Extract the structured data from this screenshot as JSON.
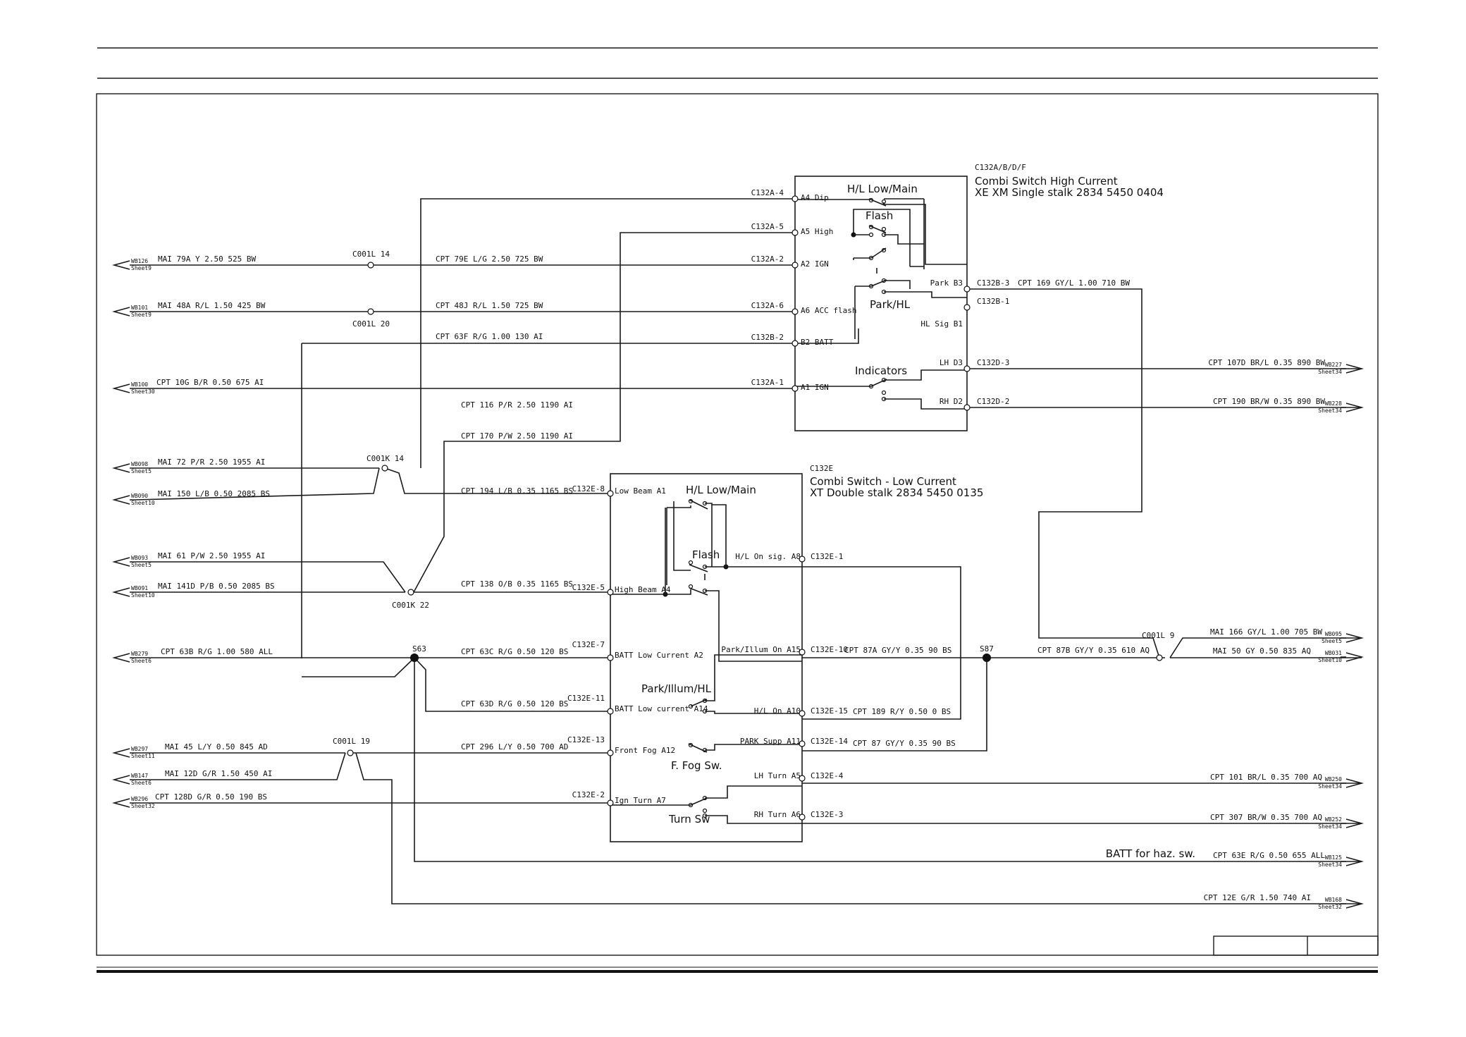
{
  "modules": {
    "high": {
      "ref": "C132A/B/D/F",
      "name": "Combi Switch High Current",
      "part": "XE XM Single stalk 2834 5450 0404",
      "groups": [
        "H/L Low/Main",
        "Flash",
        "Park/HL",
        "Indicators"
      ],
      "pins_left": [
        {
          "conn": "C132A-4",
          "pin": "A4 Dip"
        },
        {
          "conn": "C132A-5",
          "pin": "A5 High"
        },
        {
          "conn": "C132A-2",
          "pin": "A2 IGN"
        },
        {
          "conn": "C132A-6",
          "pin": "A6 ACC flash"
        },
        {
          "conn": "C132B-2",
          "pin": "B2 BATT"
        },
        {
          "conn": "C132A-1",
          "pin": "A1 IGN"
        }
      ],
      "pins_right": [
        {
          "pin": "Park B3",
          "conn": "C132B-3"
        },
        {
          "pin": "HL Sig B1",
          "conn": "C132B-1"
        },
        {
          "pin": "LH D3",
          "conn": "C132D-3"
        },
        {
          "pin": "RH D2",
          "conn": "C132D-2"
        }
      ]
    },
    "low": {
      "ref": "C132E",
      "name": "Combi Switch - Low Current",
      "part": "XT Double stalk 2834 5450 0135",
      "groups": [
        "H/L Low/Main",
        "Flash",
        "Park/Illum/HL",
        "F. Fog Sw.",
        "Turn Sw"
      ],
      "pins_left": [
        {
          "conn": "C132E-8",
          "pin": "Low Beam A1"
        },
        {
          "conn": "C132E-5",
          "pin": "High Beam A4"
        },
        {
          "conn": "C132E-7",
          "pin": "BATT Low Current A2"
        },
        {
          "conn": "C132E-11",
          "pin": "BATT Low current A14"
        },
        {
          "conn": "C132E-13",
          "pin": "Front Fog A12"
        },
        {
          "conn": "C132E-2",
          "pin": "Ign Turn A7"
        }
      ],
      "pins_right": [
        {
          "pin": "H/L On sig. A8",
          "conn": "C132E-1"
        },
        {
          "pin": "Park/Illum On A15",
          "conn": "C132E-10"
        },
        {
          "pin": "H/L On  A10",
          "conn": "C132E-15"
        },
        {
          "pin": "PARK Supp A11",
          "conn": "C132E-14"
        },
        {
          "pin": "LH Turn A5",
          "conn": "C132E-4"
        },
        {
          "pin": "RH Turn A6",
          "conn": "C132E-3"
        }
      ]
    }
  },
  "connectors": [
    "C001L 14",
    "C001L 20",
    "C001K 14",
    "C001K 22",
    "C001L 19",
    "C001L 9"
  ],
  "splices": [
    "S63",
    "S87"
  ],
  "wires_left": [
    "MAI  79A  Y  2.50  525  BW",
    "MAI  48A  R/L  1.50  425  BW",
    "CPT  10G  B/R  0.50  675  AI",
    "MAI  72  P/R  2.50  1955  AI",
    "MAI  150  L/B  0.50  2085  BS",
    "MAI  61  P/W  2.50  1955  AI",
    "MAI  141D  P/B  0.50  2085  BS",
    "CPT  63B  R/G  1.00  580  ALL",
    "MAI  45  L/Y  0.50  845  AD",
    "MAI  12D  G/R  1.50  450  AI",
    "CPT  128D  G/R  0.50  190  BS"
  ],
  "wires_mid": [
    "CPT  79E  L/G  2.50  725  BW",
    "CPT  48J  R/L  1.50  725  BW",
    "CPT  63F  R/G  1.00  130  AI",
    "CPT  116  P/R  2.50  1190  AI",
    "CPT  170  P/W  2.50  1190  AI",
    "CPT  194  L/B  0.35  1165  BS",
    "CPT  138  O/B  0.35  1165  BS",
    "CPT  63C  R/G  0.50  120  BS",
    "CPT  63D  R/G  0.50  120  BS",
    "CPT  296  L/Y  0.50  700  AD"
  ],
  "wires_right": [
    "CPT  169  GY/L  1.00  710  BW",
    "CPT  107D  BR/L  0.35  890  BW",
    "CPT  190  BR/W  0.35  890  BW",
    "CPT  87A  GY/Y  0.35  90  BS",
    "CPT  189  R/Y  0.50  0  BS",
    "CPT  87  GY/Y  0.35  90  BS",
    "CPT  87B  GY/Y  0.35  610  AQ",
    "MAI  166  GY/L  1.00  705  BW",
    "MAI  50  GY  0.50  835  AQ",
    "CPT  101  BR/L  0.35  700  AQ",
    "CPT  307  BR/W  0.35  700  AQ",
    "CPT  63E  R/G  0.50  655  ALL",
    "CPT  12E  G/R  1.50  740  AI"
  ],
  "note_batt": "BATT for haz. sw.",
  "refs_left": [
    {
      "id": "WB126",
      "sheet": "Sheet9"
    },
    {
      "id": "WB101",
      "sheet": "Sheet9"
    },
    {
      "id": "WB100",
      "sheet": "Sheet30"
    },
    {
      "id": "WB098",
      "sheet": "Sheet5"
    },
    {
      "id": "WB090",
      "sheet": "Sheet10"
    },
    {
      "id": "WB093",
      "sheet": "Sheet5"
    },
    {
      "id": "WB091",
      "sheet": "Sheet10"
    },
    {
      "id": "WB279",
      "sheet": "Sheet6"
    },
    {
      "id": "WB297",
      "sheet": "Sheet11"
    },
    {
      "id": "WB147",
      "sheet": "Sheet6"
    },
    {
      "id": "WB296",
      "sheet": "Sheet32"
    }
  ],
  "refs_right": [
    {
      "id": "WB227",
      "sheet": "Sheet34"
    },
    {
      "id": "WB228",
      "sheet": "Sheet34"
    },
    {
      "id": "WB095",
      "sheet": "Sheet5"
    },
    {
      "id": "WB031",
      "sheet": "Sheet10"
    },
    {
      "id": "WB250",
      "sheet": "Sheet34"
    },
    {
      "id": "WB252",
      "sheet": "Sheet34"
    },
    {
      "id": "WB125",
      "sheet": "Sheet34"
    },
    {
      "id": "WB168",
      "sheet": "Sheet32"
    }
  ]
}
